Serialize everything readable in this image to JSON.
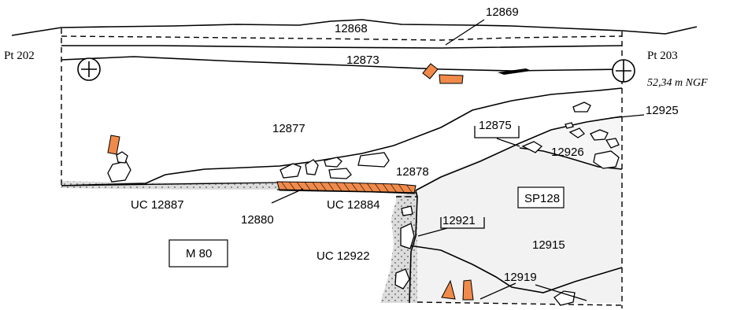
{
  "points": {
    "left_label": "Pt 202",
    "right_label": "Pt 203",
    "elevation": "52,34 m NGF"
  },
  "layers": {
    "l12868": "12868",
    "l12869": "12869",
    "l12873": "12873",
    "l12877": "12877",
    "l12875": "12875",
    "l12925": "12925",
    "l12926": "12926",
    "l12878": "12878",
    "l12880": "12880",
    "l12915": "12915",
    "l12921": "12921",
    "l12919": "12919"
  },
  "units": {
    "uc12887": "UC 12887",
    "uc12884": "UC 12884",
    "uc12922": "UC 12922",
    "sp128": "SP128",
    "m80": "M 80"
  },
  "colors": {
    "orange": "#f08a4b",
    "fill_grey": "#f2f2f2",
    "stipple_grey": "#d9d9d9"
  }
}
